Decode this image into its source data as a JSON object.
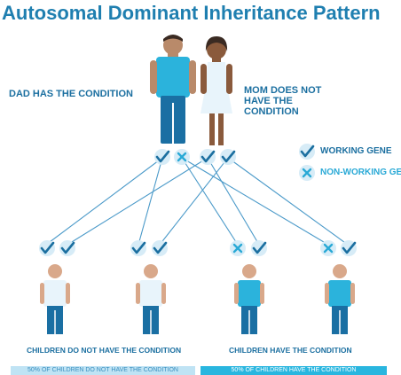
{
  "title": "Autosomal Dominant Inheritance Pattern",
  "parents": {
    "dad_label": "DAD HAS THE CONDITION",
    "mom_label": "MOM DOES NOT HAVE THE CONDITION"
  },
  "legend": {
    "working": "WORKING GENE",
    "nonworking": "NON-WORKING GE"
  },
  "sections": {
    "left_caption": "CHILDREN DO NOT HAVE THE CONDITION",
    "right_caption": "CHILDREN HAVE THE CONDITION",
    "left_bar": "50% OF CHILDREN DO NOT HAVE THE CONDITION",
    "right_bar": "50% OF CHILDREN HAVE THE CONDITION"
  },
  "colors": {
    "title": "#1f7fb0",
    "affected_shirt": "#2bb3dc",
    "unaffected_shirt": "#e8f4fb",
    "pants": "#1a6fa3",
    "skin_dad": "#b98a6a",
    "skin_mom": "#8a5a3c",
    "skin_child": "#d9a88a",
    "gene_circle": "#d7ecf7",
    "check": "#1b6fa0",
    "cross": "#29a9d6",
    "lines": "#4b9ac9"
  }
}
